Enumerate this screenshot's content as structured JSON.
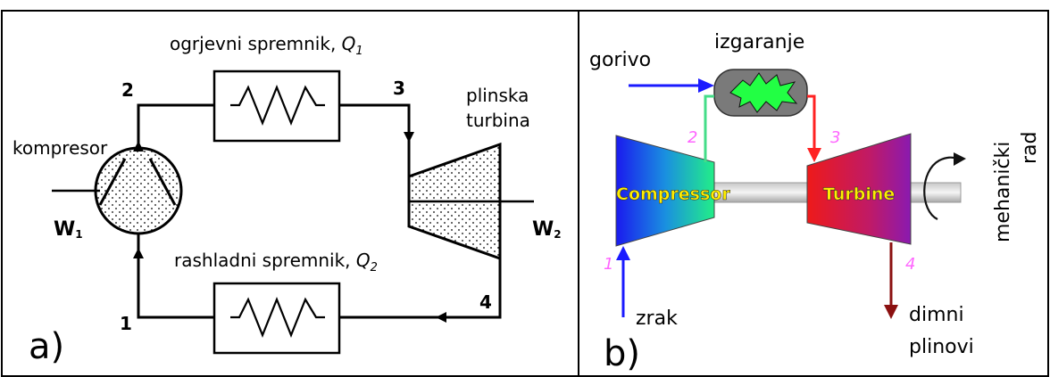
{
  "panel_a": {
    "caption": "a)",
    "heater_label": "ogrjevni spremnik, ",
    "heater_q": "Q",
    "heater_sub": "1",
    "cooler_label": "rashladni spremnik, ",
    "cooler_q": "Q",
    "cooler_sub": "2",
    "compressor_label": "kompresor",
    "turbine_label_line1": "plinska",
    "turbine_label_line2": "turbina",
    "w_in": "W",
    "w_in_sub": "1",
    "w_out": "W",
    "w_out_sub": "2",
    "state_1": "1",
    "state_2": "2",
    "state_3": "3",
    "state_4": "4"
  },
  "panel_b": {
    "caption": "b)",
    "fuel_label": "gorivo",
    "combustion_label": "izgaranje",
    "compressor_label": "Compressor",
    "turbine_label": "Turbine",
    "work_label_line1": "mehanički",
    "work_label_line2": "rad",
    "air_label": "zrak",
    "exhaust_label_line1": "dimni",
    "exhaust_label_line2": "plinovi",
    "state_1": "1",
    "state_2": "2",
    "state_3": "3",
    "state_4": "4"
  },
  "colors": {
    "state_marker_b": "#ff66ff",
    "fuel_arrow": "#1a1aff",
    "air_arrow": "#1a1aff",
    "hot_line": "#ff2222",
    "cold_line": "#44dd88",
    "exhaust_arrow": "#8b1010",
    "flame": "#22ff44"
  }
}
